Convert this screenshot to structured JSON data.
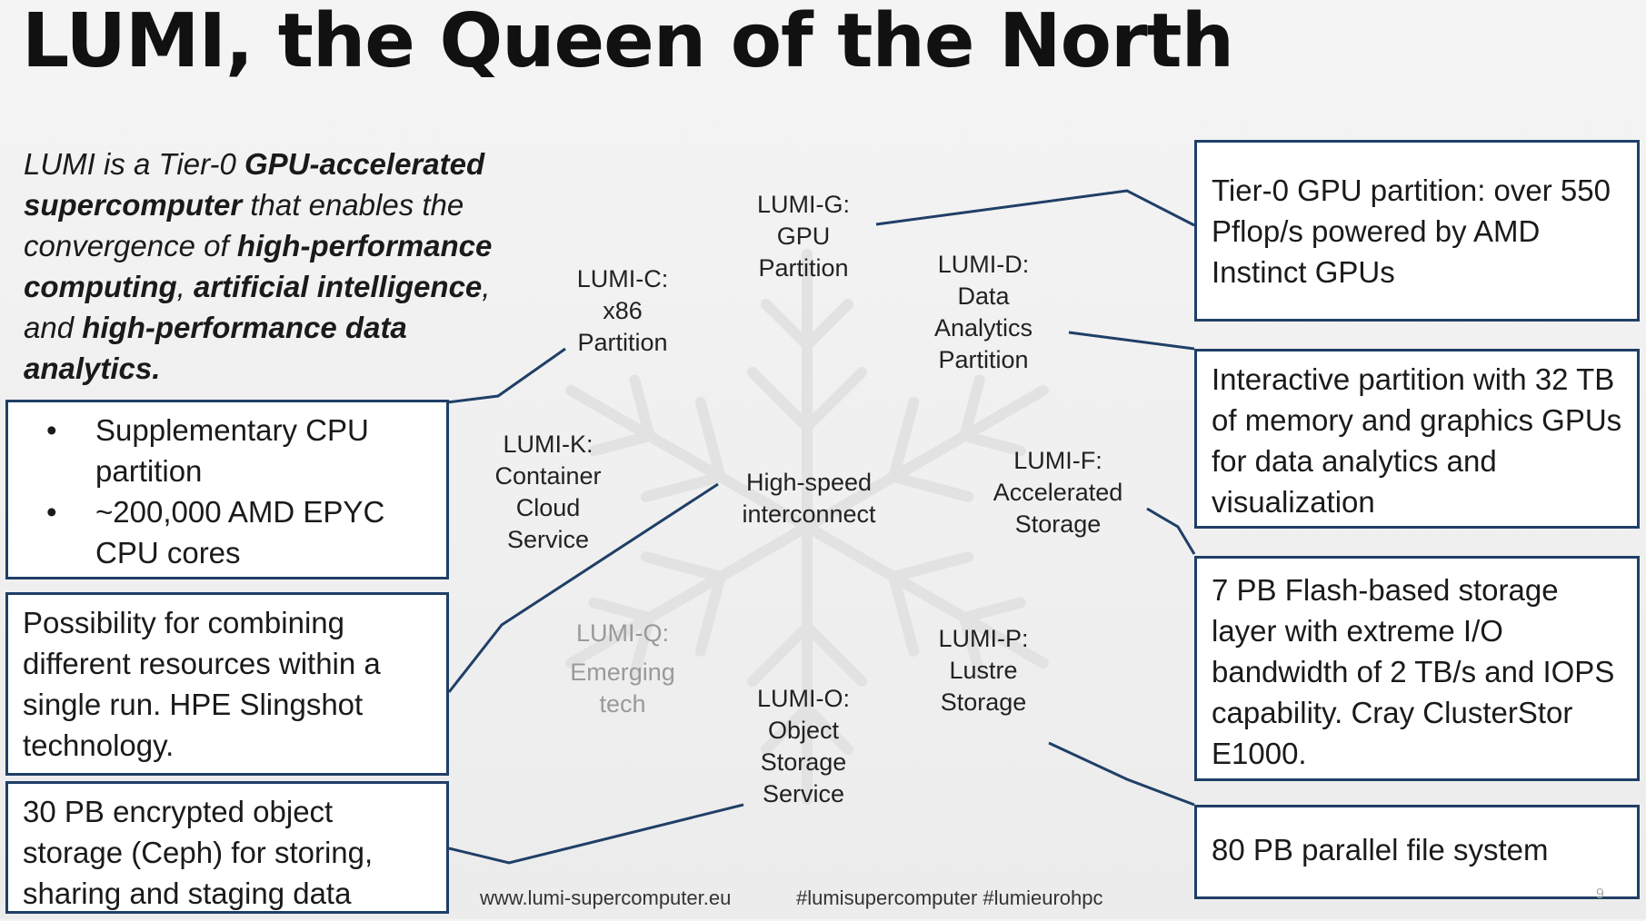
{
  "title": "LUMI, the Queen of the North",
  "intro": {
    "p1": "LUMI is a Tier-0 ",
    "b1": "GPU-accelerated supercomputer",
    "p2": " that enables the convergence of ",
    "b2": "high-performance computing",
    "p3": ", ",
    "b3": "artificial intelligence",
    "p4": ", and ",
    "b4": "high-performance data analytics."
  },
  "left_boxes": {
    "cpu": {
      "bullet1": "Supplementary CPU partition",
      "bullet2": "~200,000 AMD EPYC CPU cores"
    },
    "combine": "Possibility for combining different resources within a single run. HPE Slingshot technology.",
    "object": "30 PB encrypted object storage (Ceph) for storing, sharing and staging data"
  },
  "right_boxes": {
    "gpu": "Tier-0 GPU partition: over 550 Pflop/s powered by AMD Instinct GPUs",
    "interactive": "Interactive partition with 32 TB of memory and graphics GPUs for data analytics and visualization",
    "flash": "7 PB Flash-based storage layer  with extreme I/O bandwidth of 2 TB/s and IOPS capability. Cray ClusterStor E1000.",
    "lustre": "80 PB parallel file system"
  },
  "nodes": {
    "g": [
      "LUMI-G:",
      "GPU",
      "Partition"
    ],
    "c": [
      "LUMI-C:",
      "x86",
      "Partition"
    ],
    "d": [
      "LUMI-D:",
      "Data",
      "Analytics",
      "Partition"
    ],
    "k": [
      "LUMI-K:",
      "Container",
      "Cloud",
      "Service"
    ],
    "hub": [
      "High-speed",
      "interconnect"
    ],
    "f": [
      "LUMI-F:",
      "Accelerated",
      "Storage"
    ],
    "q": [
      "LUMI-Q:",
      "Emerging",
      "tech"
    ],
    "p": [
      "LUMI-P:",
      "Lustre",
      "Storage"
    ],
    "o": [
      "LUMI-O:",
      "Object",
      "Storage",
      "Service"
    ]
  },
  "footer": {
    "url": "www.lumi-supercomputer.eu",
    "tags": "#lumisupercomputer #lumieurohpc",
    "page": "9"
  },
  "colors": {
    "accent": "#1f3f66",
    "watermark": "#e2e2e2"
  }
}
